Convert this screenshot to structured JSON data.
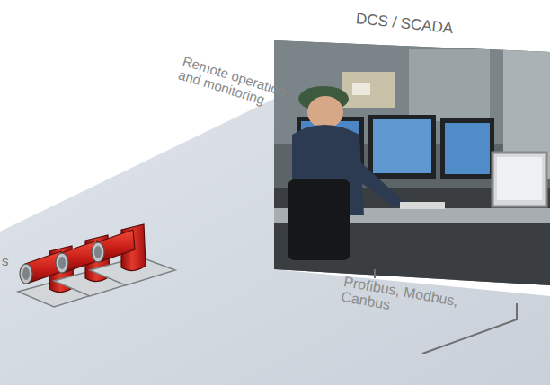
{
  "diagram": {
    "nodes": [
      {
        "text": [
          "DCS / SCADA"
        ]
      }
    ],
    "labels": [
      "Remote operation and monitoring",
      "Profibus, Modbus, Canbus",
      "s"
    ]
  }
}
